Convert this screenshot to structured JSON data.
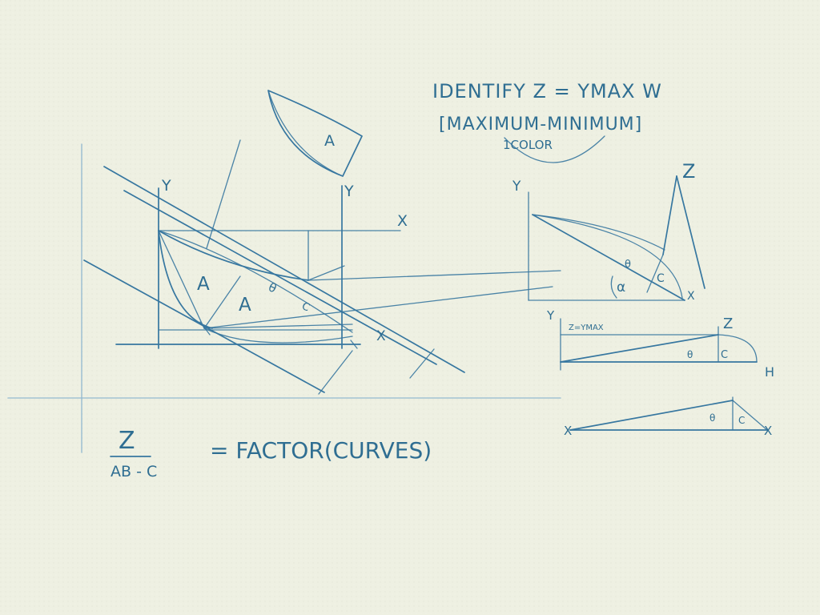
{
  "headline": {
    "line1": "IDENTIFY Z = YMAX W",
    "line2": "[MAXIMUM-MINIMUM]",
    "line3": "1COLOR"
  },
  "main_sketch": {
    "y_label": "Y",
    "x_label_upper": "X",
    "x_label_lower": "X",
    "y_label_top": "Y",
    "area_a_top": "A",
    "area_a_left": "A",
    "area_a_right": "A",
    "theta": "θ",
    "c": "C"
  },
  "right_triangle": {
    "y_label": "Y",
    "z_label": "Z",
    "x_label": "X",
    "theta": "θ",
    "c": "C",
    "alpha": "α"
  },
  "strip_diagram": {
    "y_label": "Y",
    "z_label": "Z",
    "annotation": "Z=YMAX",
    "theta": "θ",
    "c": "C",
    "h_label": "H"
  },
  "small_triangle": {
    "x_left": "X",
    "x_right": "X",
    "theta": "θ",
    "c": "C"
  },
  "formula": {
    "numerator": "Z",
    "denominator": "AB - C",
    "rhs": "= FACTOR(CURVES)"
  },
  "colors": {
    "paper": "#eef0e2",
    "ink": "#3777a0",
    "ink_faint": "#8fb7cf"
  }
}
